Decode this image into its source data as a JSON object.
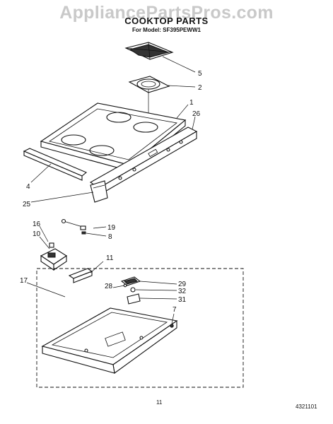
{
  "header": {
    "watermark": "AppliancePartsPros.com",
    "title": "COOKTOP PARTS",
    "model": "For Model: SF395PEWW1"
  },
  "footer": {
    "page_number": "11",
    "doc_number": "4321101"
  },
  "callouts": [
    "5",
    "2",
    "1",
    "26",
    "4",
    "25",
    "16",
    "19",
    "10",
    "8",
    "11",
    "17",
    "28",
    "29",
    "32",
    "31",
    "7"
  ]
}
